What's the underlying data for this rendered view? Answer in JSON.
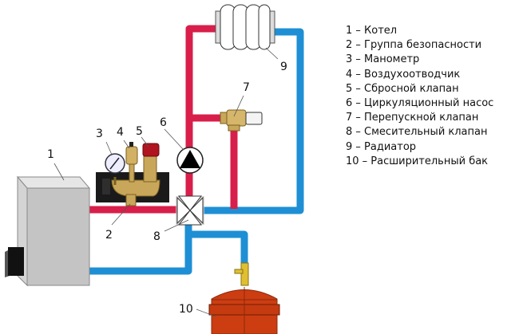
{
  "legend": {
    "items": [
      {
        "num": "1",
        "label": "1 – Котел"
      },
      {
        "num": "2",
        "label": "2 – Группа безопасности"
      },
      {
        "num": "3",
        "label": "3 – Манометр"
      },
      {
        "num": "4",
        "label": "4 – Воздухоотводчик"
      },
      {
        "num": "5",
        "label": "5 – Сбросной клапан"
      },
      {
        "num": "6",
        "label": "6 – Циркуляционный насос"
      },
      {
        "num": "7",
        "label": "7 – Перепускной клапан"
      },
      {
        "num": "8",
        "label": "8 – Смесительный клапан"
      },
      {
        "num": "9",
        "label": "9 – Радиатор"
      },
      {
        "num": "10",
        "label": "10 – Расширительный бак"
      }
    ]
  },
  "callouts": {
    "boiler": "1",
    "safety_group": "2",
    "manometer": "3",
    "air_vent": "4",
    "relief_valve": "5",
    "pump": "6",
    "bypass_valve": "7",
    "mixing_valve": "8",
    "radiator": "9",
    "expansion_tank": "10"
  },
  "colors": {
    "hot_pipe": "#d81e4a",
    "cold_pipe": "#1e8fd4",
    "boiler_front": "#c4c4c4",
    "boiler_side": "#dcdcdc",
    "tank": "#cc3d12",
    "brass": "#c9a75a",
    "insulation": "#1a1a1a"
  }
}
